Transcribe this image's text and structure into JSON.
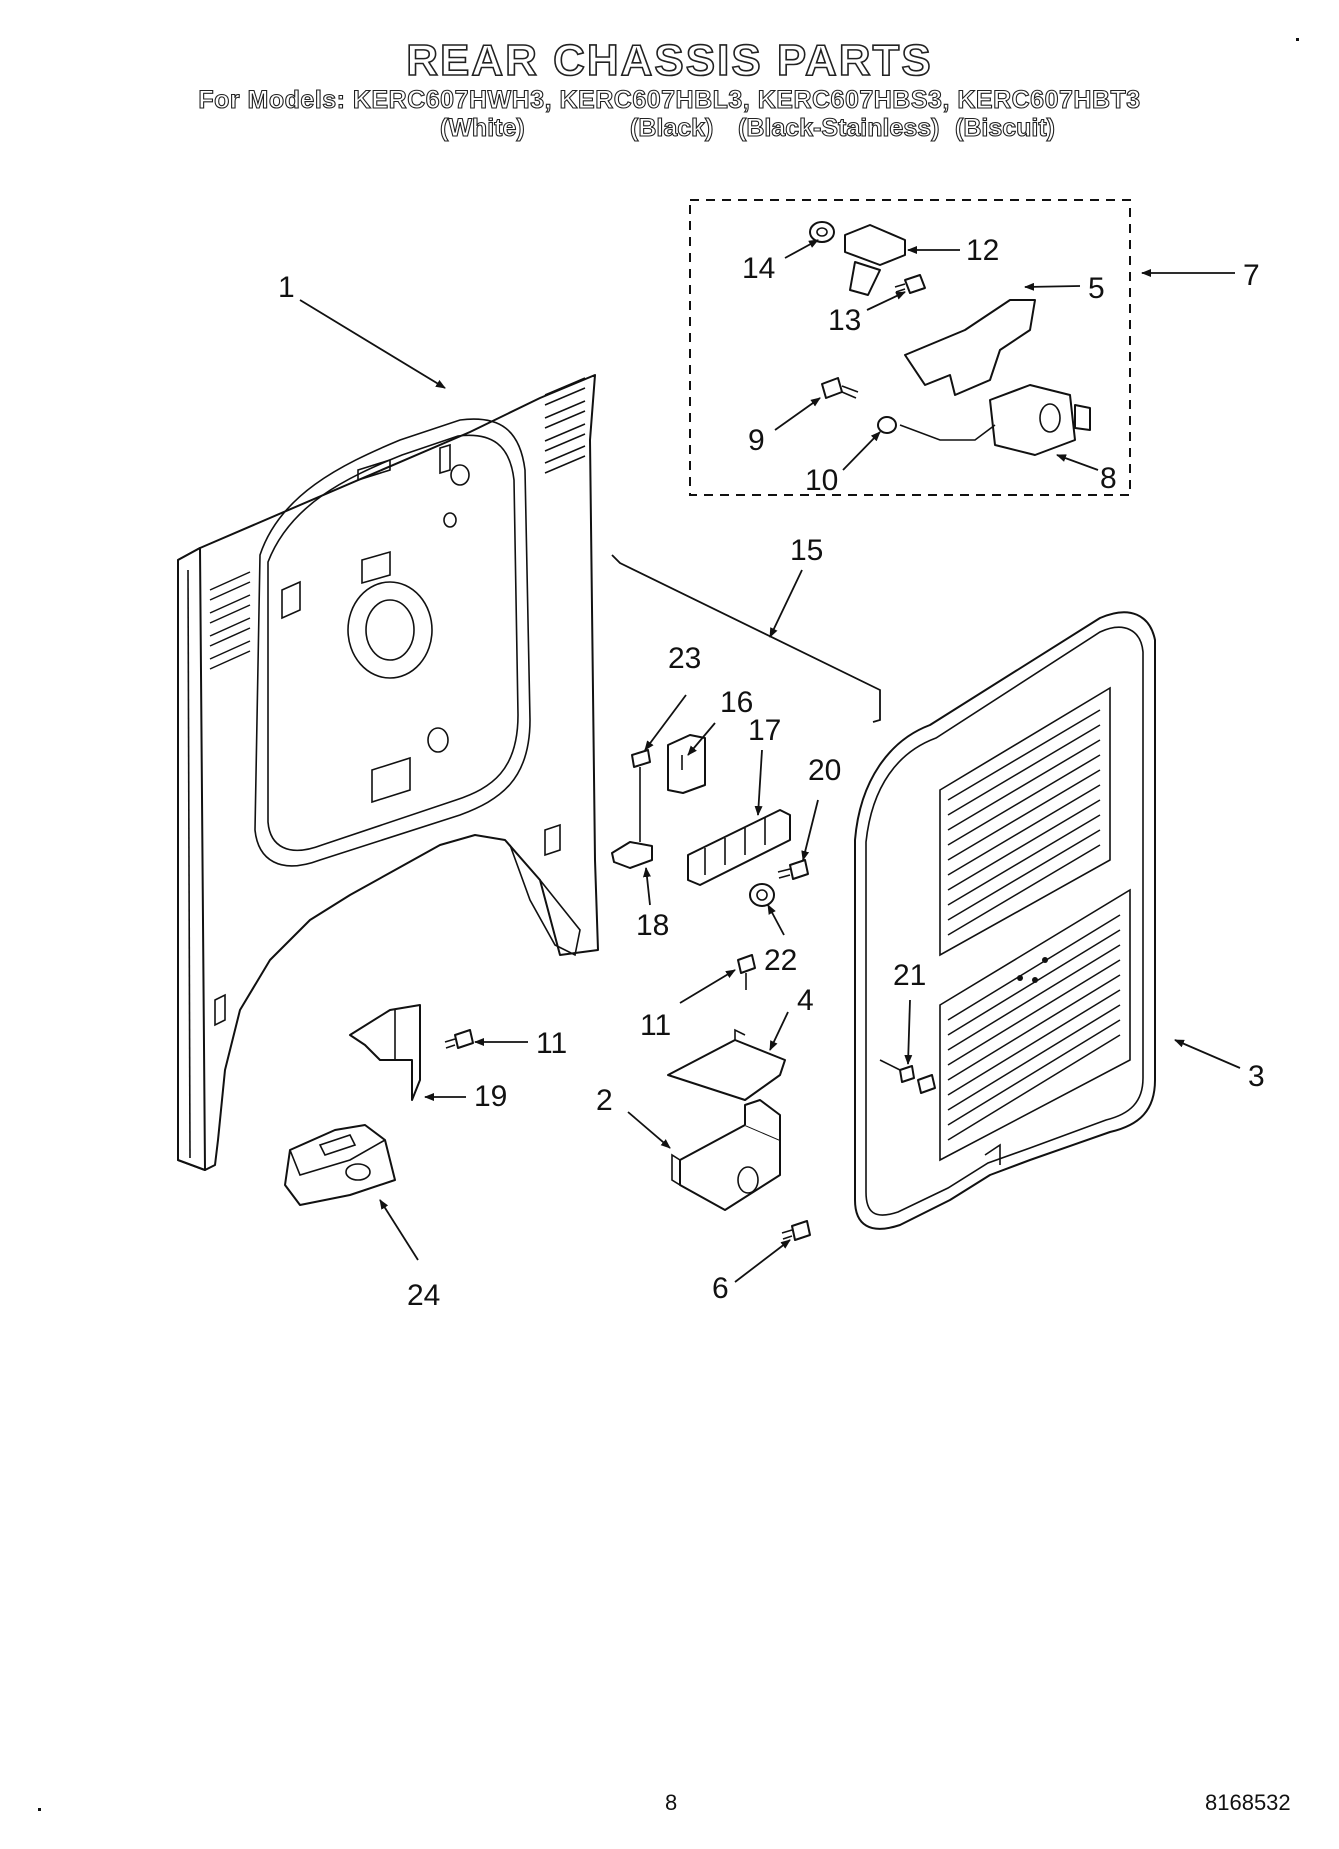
{
  "header": {
    "title": "REAR CHASSIS PARTS",
    "models_line": "For Models: KERC607HWH3, KERC607HBL3, KERC607HBS3, KERC607HBT3",
    "colors": [
      "(White)",
      "(Black)",
      "(Black-Stainless)",
      "(Biscuit)"
    ]
  },
  "callouts": [
    "1",
    "2",
    "3",
    "4",
    "5",
    "6",
    "7",
    "8",
    "9",
    "10",
    "11",
    "11",
    "12",
    "13",
    "14",
    "15",
    "16",
    "17",
    "18",
    "19",
    "20",
    "21",
    "22",
    "23",
    "24"
  ],
  "footer": {
    "page_number": "8",
    "doc_number": "8168532"
  }
}
